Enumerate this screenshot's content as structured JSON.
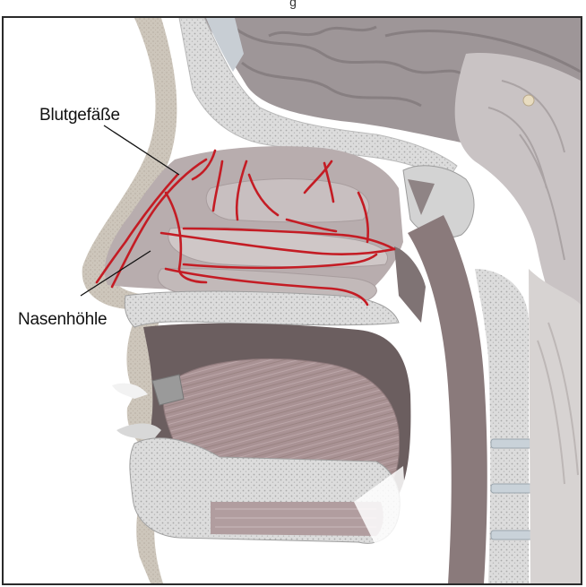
{
  "top_caption": "g",
  "labels": {
    "vessels": "Blutgefäße",
    "nasal_cavity": "Nasenhöhle"
  },
  "colors": {
    "background": "#ffffff",
    "bone": "#d9d9d9",
    "bone_dots": "#a8a8a8",
    "skin": "#cfc9c0",
    "brain": "#9e9698",
    "tissue": "#b7a9ac",
    "tongue": "#a78f92",
    "mucosa": "#c5bcbc",
    "vessels": "#c41c24",
    "dark_cavity": "#6b5e5f"
  }
}
